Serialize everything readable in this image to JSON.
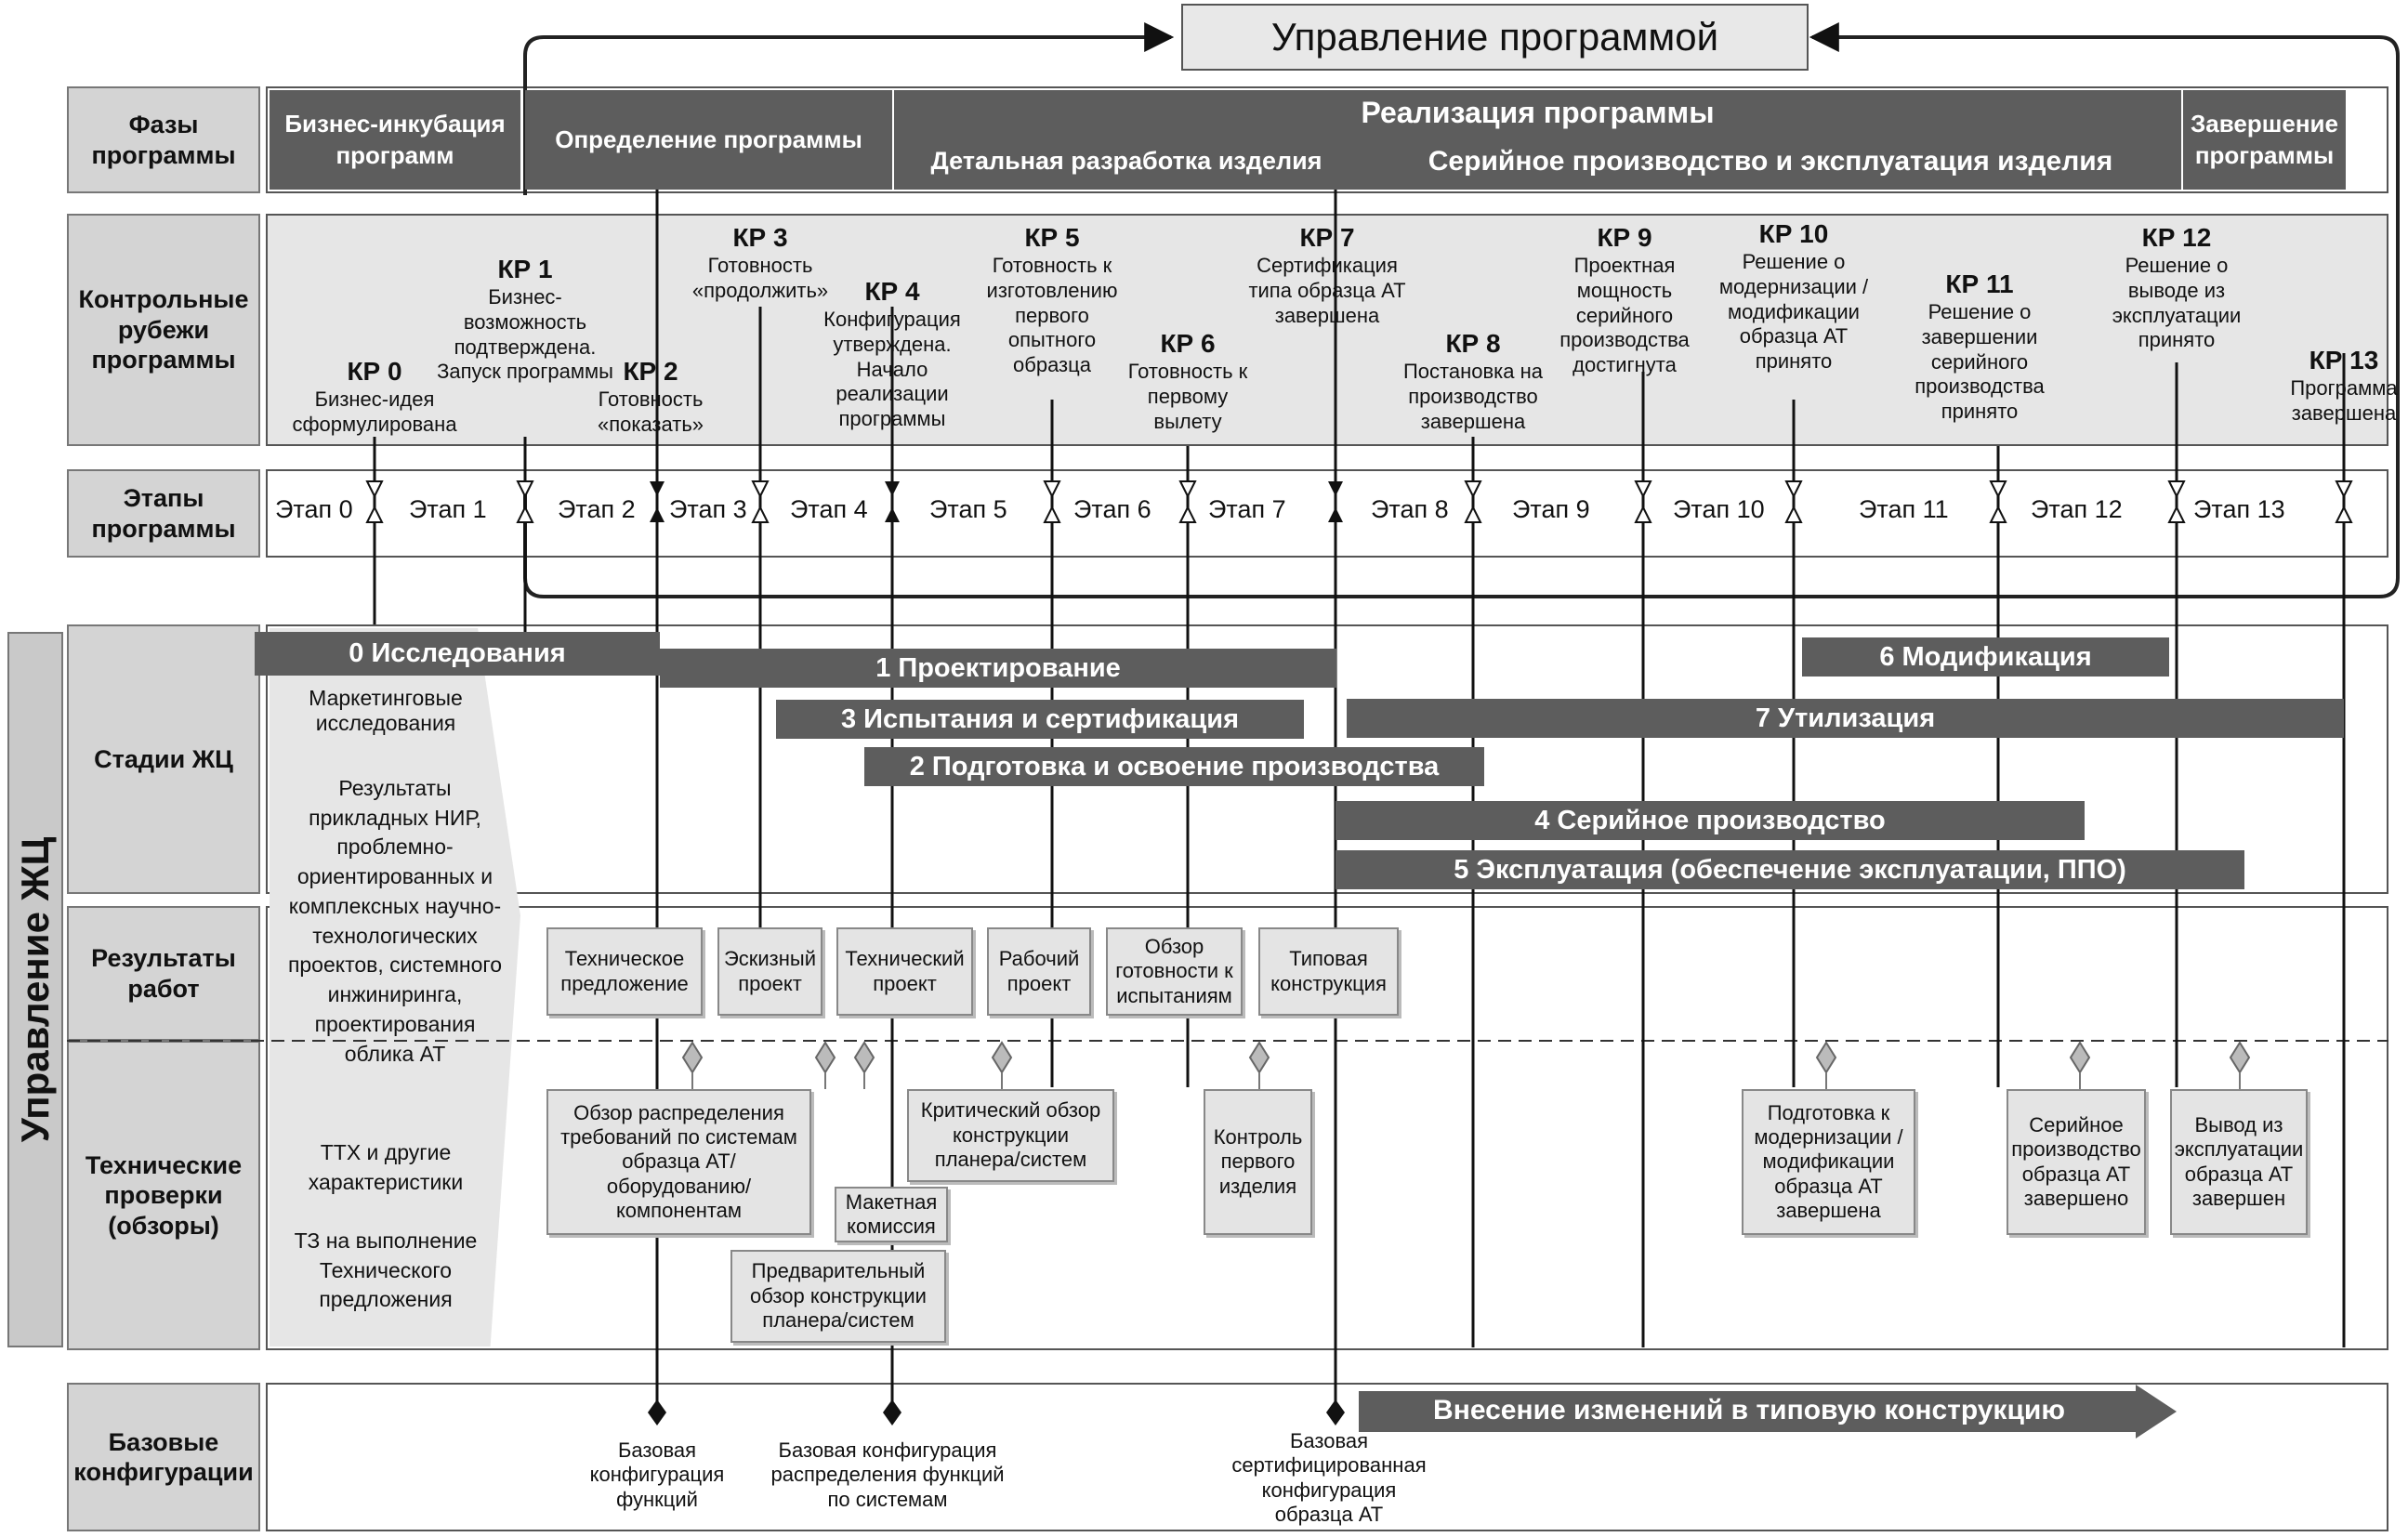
{
  "header": {
    "title": "Управление программой"
  },
  "rows": {
    "phases": "Фазы программы",
    "checkpoints": "Контрольные рубежи программы",
    "stages": "Этапы программы",
    "lifecycle_stages": "Стадии ЖЦ",
    "work_results": "Результаты работ",
    "tech_reviews": "Технические проверки (обзоры)",
    "base_configs": "Базовые конфигурации"
  },
  "side_label": "Управление ЖЦ",
  "phases": {
    "incubation": "Бизнес-инкубация программ",
    "definition": "Определение программы",
    "realization": "Реализация программы",
    "detail_design": "Детальная разработка изделия",
    "serial_ops": "Серийное производство и эксплуатация изделия",
    "completion": "Завершение программы"
  },
  "checkpoints": [
    {
      "id": "КР 0",
      "text": "Бизнес-идея сформулирована"
    },
    {
      "id": "КР 1",
      "text": "Бизнес-возможность подтверждена. Запуск программы"
    },
    {
      "id": "КР 2",
      "text": "Готовность «показать»"
    },
    {
      "id": "КР 3",
      "text": "Готовность «продолжить»"
    },
    {
      "id": "КР 4",
      "text": "Конфигурация утверждена. Начало реализации программы"
    },
    {
      "id": "КР 5",
      "text": "Готовность к изготовлению первого опытного образца"
    },
    {
      "id": "КР 6",
      "text": "Готовность к первому вылету"
    },
    {
      "id": "КР 7",
      "text": "Сертификация типа образца АТ завершена"
    },
    {
      "id": "КР 8",
      "text": "Постановка на производство завершена"
    },
    {
      "id": "КР 9",
      "text": "Проектная мощность серийного производства достигнута"
    },
    {
      "id": "КР 10",
      "text": "Решение о модернизации /модификации образца АТ принято"
    },
    {
      "id": "КР 11",
      "text": "Решение о завершении серийного производства принято"
    },
    {
      "id": "КР 12",
      "text": "Решение о выводе из эксплуатации принято"
    },
    {
      "id": "КР 13",
      "text": "Программа завершена"
    }
  ],
  "stages": [
    "Этап 0",
    "Этап 1",
    "Этап 2",
    "Этап 3",
    "Этап 4",
    "Этап 5",
    "Этап 6",
    "Этап 7",
    "Этап 8",
    "Этап 9",
    "Этап 10",
    "Этап 11",
    "Этап 12",
    "Этап 13"
  ],
  "lifecycle": [
    "0 Исследования",
    "1 Проектирование",
    "3 Испытания и сертификация",
    "2 Подготовка и освоение производства",
    "4 Серийное производство",
    "5 Эксплуатация (обеспечение эксплуатации, ППО)",
    "6 Модификация",
    "7 Утилизация"
  ],
  "research_notes": [
    "Маркетинговые исследования",
    "Результаты прикладных НИР, проблемно-ориентированных и комплексных научно-технологических проектов, системного инжиниринга, проектирования облика АТ",
    "ТТХ и другие характеристики",
    "ТЗ на выполнение Технического предложения"
  ],
  "work_results": [
    "Техническое предложение",
    "Эскизный проект",
    "Технический проект",
    "Рабочий проект",
    "Обзор готовности к испытаниям",
    "Типовая конструкция"
  ],
  "reviews": [
    "Обзор распределения требований по системам образца АТ/ оборудованию/ компонентам",
    "Макетная комиссия",
    "Предварительный обзор конструкции планера/систем",
    "Критический обзор конструкции планера/систем",
    "Контроль первого изделия",
    "Подготовка к модернизации /модификации образца АТ завершена",
    "Серийное производство образца АТ завершено",
    "Вывод из эксплуатации образца АТ завершен"
  ],
  "base_configs": [
    "Базовая конфигурация функций",
    "Базовая конфигурация распределения функций по системам",
    "Базовая сертифицированная конфигурация образца АТ"
  ],
  "change_arrow": "Внесение изменений в типовую конструкцию",
  "colors": {
    "bar": "#5d5d5d",
    "label_bg": "#d4d4d4",
    "checkpoint_bg": "#e6e6e6",
    "header_bg": "#e8e8e8"
  }
}
